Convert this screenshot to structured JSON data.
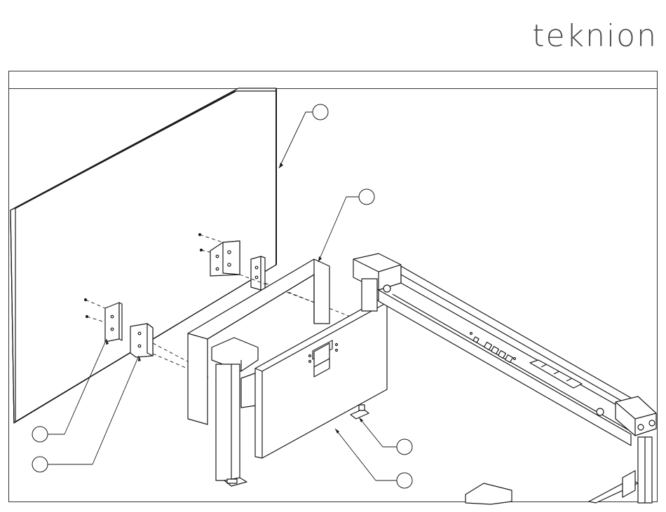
{
  "brand": {
    "logo_text": "teknion"
  },
  "drawing": {
    "stroke_color": "#1a1a1a",
    "fill_color": "#ffffff",
    "callouts": [
      {
        "id": "panel"
      },
      {
        "id": "end-frame"
      },
      {
        "id": "bracket-left"
      },
      {
        "id": "bracket-right"
      },
      {
        "id": "foot-clip"
      },
      {
        "id": "modesty-panel"
      }
    ]
  }
}
